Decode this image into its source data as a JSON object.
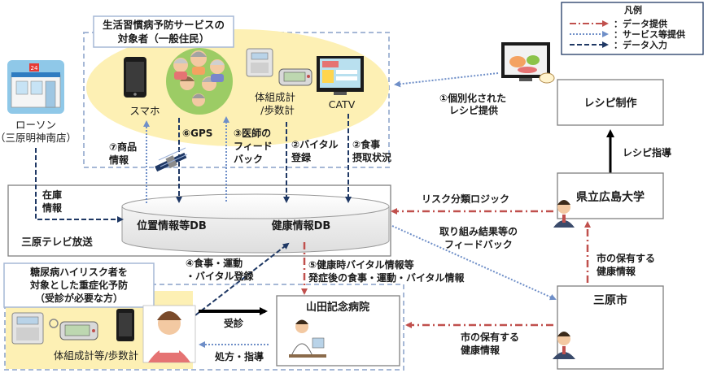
{
  "title_top": "生活習慣病予防サービスの",
  "title_top2": "対象者（一般住民）",
  "devices": {
    "smartphone": "スマホ",
    "body_scale": "体組成計",
    "pedometer": "/歩数計",
    "catv": "CATV"
  },
  "lawson": {
    "name": "ローソン",
    "branch": "（三原明神南店）"
  },
  "legend": {
    "title": "凡例",
    "items": [
      {
        "label": "：データ提供",
        "style": "dashdot",
        "color": "#c0504d"
      },
      {
        "label": "：サービス等提供",
        "style": "dotted",
        "color": "#4f81bd"
      },
      {
        "label": "：データ入力",
        "style": "dashed",
        "color": "#1f3864"
      }
    ]
  },
  "recipe": {
    "box": "レシピ制作",
    "instruction": "レシピ指導"
  },
  "flows": {
    "f1_a": "①個別化された",
    "f1_b": "レシピ提供",
    "f2_a": "②バイタル",
    "f2_b": "登録",
    "f2c_a": "②食事",
    "f2c_b": "摂取状況",
    "f3_a": "③医師の",
    "f3_b": "フィード",
    "f3_c": "バック",
    "f4_a": "④食事・運動",
    "f4_b": "・バイタル登録",
    "f5_a": "⑤健康時バイタル情報等",
    "f5_b": "発症後の食事・運動・バイタル情報",
    "f6": "⑥GPS",
    "f7_a": "⑦商品",
    "f7_b": "情報",
    "stock_a": "在庫",
    "stock_b": "情報"
  },
  "db": {
    "location": "位置情報等DB",
    "health": "健康情報DB",
    "owner": "三原テレビ放送"
  },
  "university": {
    "name": "県立広島大学",
    "risk": "リスク分類ロジック",
    "feedback_a": "取り組み結果等の",
    "feedback_b": "フィードバック",
    "held_a": "市の保有する",
    "held_b": "健康情報"
  },
  "city": {
    "name": "三原市",
    "held_a": "市の保有する",
    "held_b": "健康情報"
  },
  "patient": {
    "title_a": "糖尿病ハイリスク者を",
    "title_b": "対象とした重症化予防",
    "title_c": "（受診が必要な方）",
    "devices": "体組成計等/歩数計",
    "visit": "受診",
    "prescription": "処方・指導"
  },
  "hospital": {
    "name": "山田記念病院"
  }
}
